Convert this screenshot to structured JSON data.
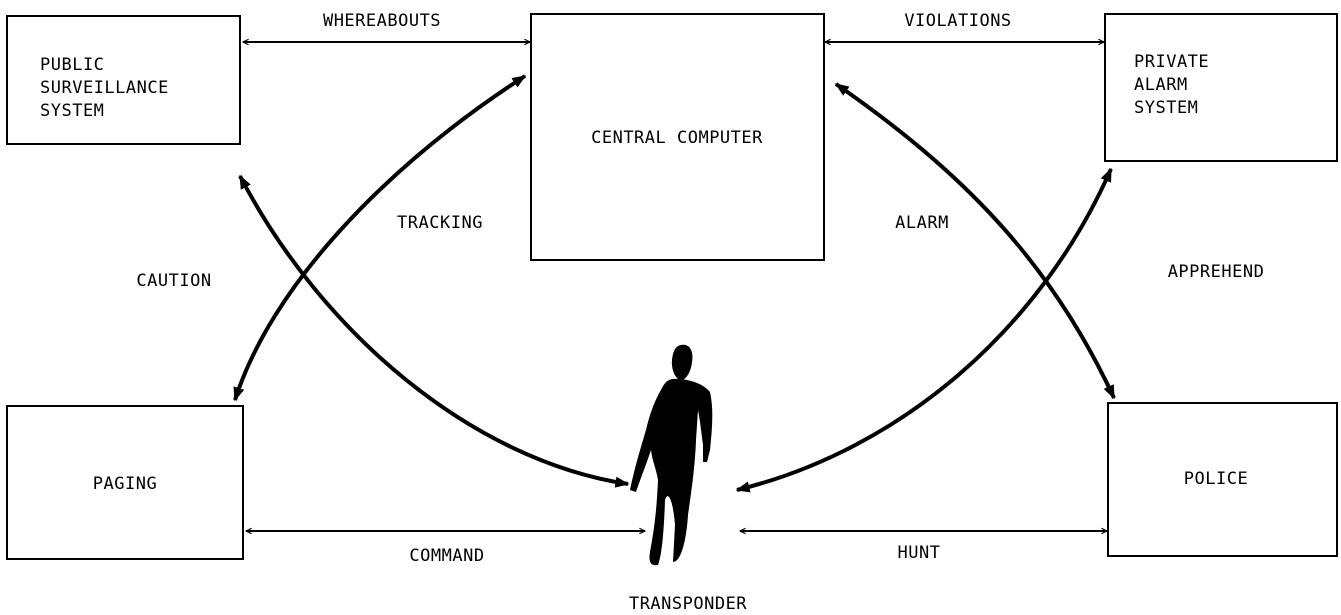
{
  "nodes": {
    "public_surveillance": [
      "PUBLIC",
      "SURVEILLANCE",
      "SYSTEM"
    ],
    "central_computer": "CENTRAL COMPUTER",
    "private_alarm": [
      "PRIVATE",
      "ALARM",
      "SYSTEM"
    ],
    "paging": "PAGING",
    "police": "POLICE",
    "transponder": "TRANSPONDER"
  },
  "links": {
    "whereabouts": "WHEREABOUTS",
    "violations": "VIOLATIONS",
    "tracking": "TRACKING",
    "alarm": "ALARM",
    "caution": "CAUTION",
    "apprehend": "APPREHEND",
    "command": "COMMAND",
    "hunt": "HUNT"
  }
}
